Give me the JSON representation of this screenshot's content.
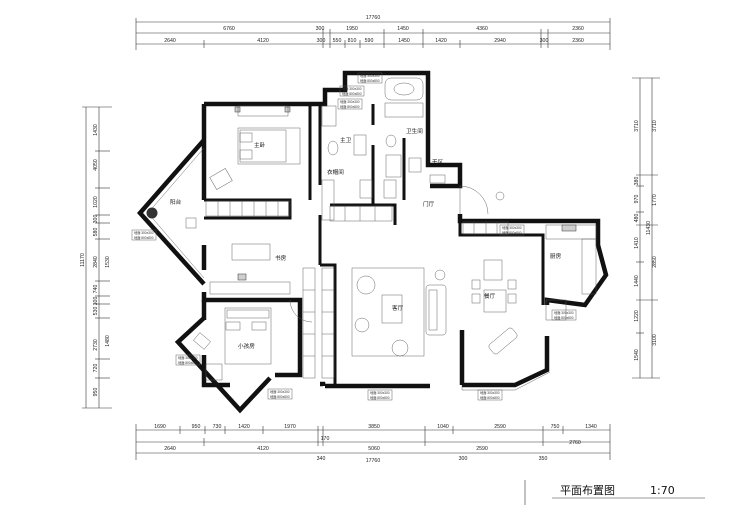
{
  "title": "平面布置图",
  "scale": "1:70",
  "dims": {
    "top_total": "17760",
    "top_row1": [
      "6760",
      "1950",
      "1450",
      "4360",
      "2360"
    ],
    "top_row1_small": "300",
    "top_row2": [
      "2640",
      "4120",
      "300",
      "810",
      "590",
      "1450",
      "1420",
      "2940",
      "300",
      "2360"
    ],
    "top_row2_small": "550",
    "bottom_row1": [
      "1690",
      "950",
      "730",
      "1420",
      "1970",
      "3850",
      "1040",
      "2590",
      "750",
      "1340"
    ],
    "bottom_row2": [
      "2640",
      "4120",
      "170",
      "5060",
      "2590",
      "2760"
    ],
    "bottom_total": "17760",
    "bottom_small": [
      "340",
      "300",
      "350"
    ],
    "left_outer": "11170",
    "left_col1": [
      "1430",
      "4050",
      "1020",
      "300",
      "580",
      "2840",
      "1530",
      "740",
      "300",
      "530",
      "2730",
      "1480",
      "720",
      "950"
    ],
    "right_outer": "11430",
    "right_col1": [
      "3710",
      "380",
      "970",
      "480",
      "1410",
      "1440",
      "1220",
      "1540"
    ],
    "right_col2": [
      "3710",
      "1770",
      "2850",
      "3100"
    ]
  },
  "rooms": {
    "master_bedroom": "主卧",
    "master_bath": "主卫",
    "bathroom": "卫生间",
    "walk_in_closet": "衣帽间",
    "dry_area": "干区",
    "balcony": "阳台",
    "foyer": "门厅",
    "study": "书房",
    "kitchen": "厨房",
    "kids_room": "小孩房",
    "living_room": "客厅",
    "dining_room": "餐厅"
  },
  "floor_tags": [
    "地面:300x300",
    "地面:800x800"
  ]
}
